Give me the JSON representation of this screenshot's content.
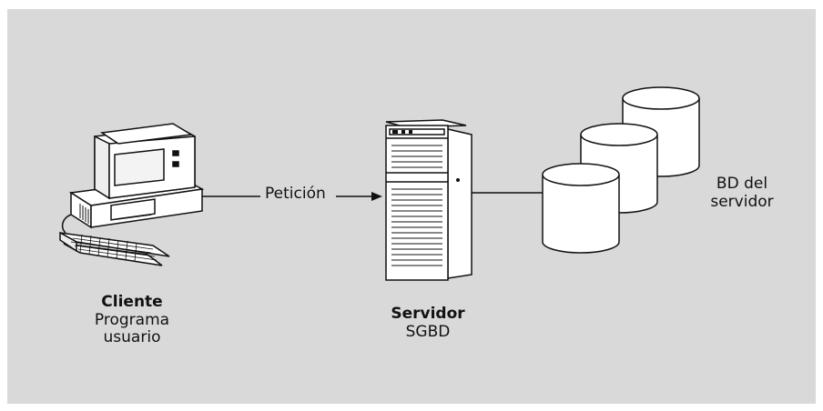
{
  "labels": {
    "request": "Petición",
    "client_title": "Cliente",
    "client_line1": "Programa",
    "client_line2": "usuario",
    "server_title": "Servidor",
    "server_sub": "SGBD",
    "db_line1": "BD del",
    "db_line2": "servidor"
  },
  "colors": {
    "background": "#d9d9d9",
    "stroke": "#111111",
    "fill": "#ffffff"
  }
}
